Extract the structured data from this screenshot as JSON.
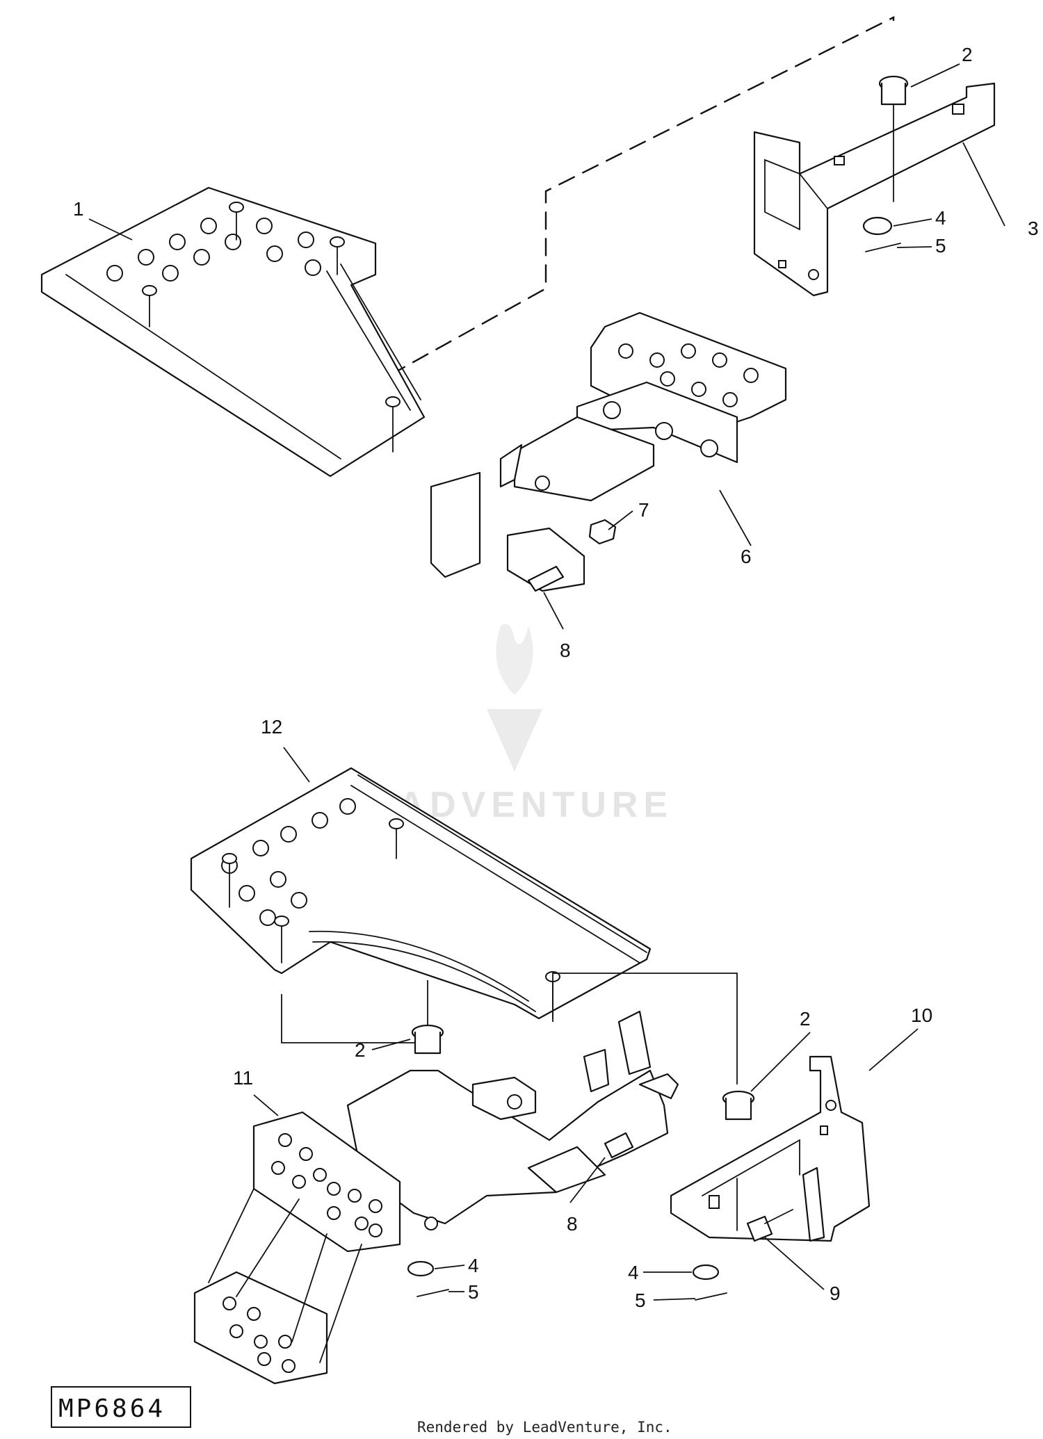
{
  "diagram_code": "MP6864",
  "credit": "Rendered by LeadVenture, Inc.",
  "watermark": "LEADVENTURE",
  "callouts": [
    "1",
    "2",
    "3",
    "4",
    "5",
    "6",
    "7",
    "8",
    "12",
    "2",
    "2",
    "10",
    "11",
    "8",
    "4",
    "5",
    "4",
    "5",
    "9"
  ]
}
